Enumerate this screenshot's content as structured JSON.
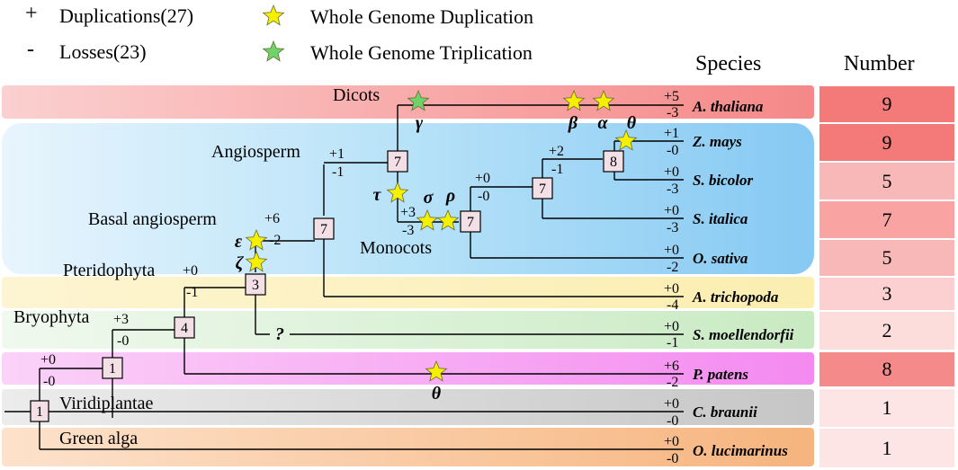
{
  "legend": {
    "dup_symbol": "+",
    "dup_label": "Duplications(27)",
    "loss_symbol": "-",
    "loss_label": "Losses(23)",
    "wgd_label": "Whole Genome Duplication",
    "wgt_label": "Whole Genome Triplication"
  },
  "headers": {
    "species": "Species",
    "number": "Number"
  },
  "species": [
    {
      "name": "A. thaliana",
      "gain": "+5",
      "loss": "-3",
      "number": "9",
      "color": "#f47a7a"
    },
    {
      "name": "Z. mays",
      "gain": "+1",
      "loss": "-0",
      "number": "9",
      "color": "#f47a7a"
    },
    {
      "name": "S. bicolor",
      "gain": "+0",
      "loss": "-3",
      "number": "5",
      "color": "#f9b8b8"
    },
    {
      "name": "S. italica",
      "gain": "+0",
      "loss": "-3",
      "number": "7",
      "color": "#f9a3a3"
    },
    {
      "name": "O. sativa",
      "gain": "+0",
      "loss": "-2",
      "number": "5",
      "color": "#f9b8b8"
    },
    {
      "name": "A. trichopoda",
      "gain": "+0",
      "loss": "-4",
      "number": "3",
      "color": "#fcd0d0"
    },
    {
      "name": "S. moellendorfii",
      "gain": "+0",
      "loss": "-1",
      "number": "2",
      "color": "#fddcdc"
    },
    {
      "name": "P. patens",
      "gain": "+6",
      "loss": "-2",
      "number": "8",
      "color": "#f58a8a"
    },
    {
      "name": "C. braunii",
      "gain": "+0",
      "loss": "-0",
      "number": "1",
      "color": "#fde5e5"
    },
    {
      "name": "O. lucimarinus",
      "gain": "+0",
      "loss": "-0",
      "number": "1",
      "color": "#fde5e5"
    }
  ],
  "clades": {
    "dicots": "Dicots",
    "angiosperm": "Angiosperm",
    "basal": "Basal angiosperm",
    "monocots": "Monocots",
    "pteridophyta": "Pteridophyta",
    "bryophyta": "Bryophyta",
    "viridiplantae": "Viridiplantae",
    "green_alga": "Green alga"
  },
  "nodes": {
    "dicot": "7",
    "angio": "7",
    "basal": "7",
    "mono": "7",
    "mono2": "7",
    "maize": "8",
    "pterid": "3",
    "bryo": "4",
    "viri": "1",
    "root": "1"
  },
  "branch_labels": {
    "angio_gain": "+1",
    "angio_loss": "-1",
    "basal_gain": "+6",
    "basal_loss": "-2",
    "pterid_gain": "+0",
    "pterid_loss": "-1",
    "bryo_gain": "+3",
    "bryo_loss": "-0",
    "viri_gain": "+0",
    "viri_loss": "-0",
    "mono_gain": "+3",
    "mono_loss": "-3",
    "mono2_gain": "+0",
    "mono2_loss": "-0",
    "panicoid_gain": "+2",
    "panicoid_loss": "-1"
  },
  "events": {
    "gamma": "γ",
    "beta": "β",
    "alpha": "α",
    "theta_grass": "θ",
    "tau": "τ",
    "sigma": "σ",
    "rho": "ρ",
    "epsilon": "ε",
    "zeta": "ζ",
    "unknown": "?",
    "theta_moss": "θ"
  },
  "colors": {
    "dicot_band": "#f58f8f",
    "angio_band": "#8fd0f5",
    "amborella_band": "#fbeeb0",
    "selaginella_band": "#d3efcf",
    "moss_band": "#f79bf2",
    "chara_band": "#cfcfcf",
    "alga_band": "#f8c295",
    "wgd_star": "#f4f000",
    "wgt_star": "#6fd36a",
    "node_fill": "#f3dfe6"
  }
}
